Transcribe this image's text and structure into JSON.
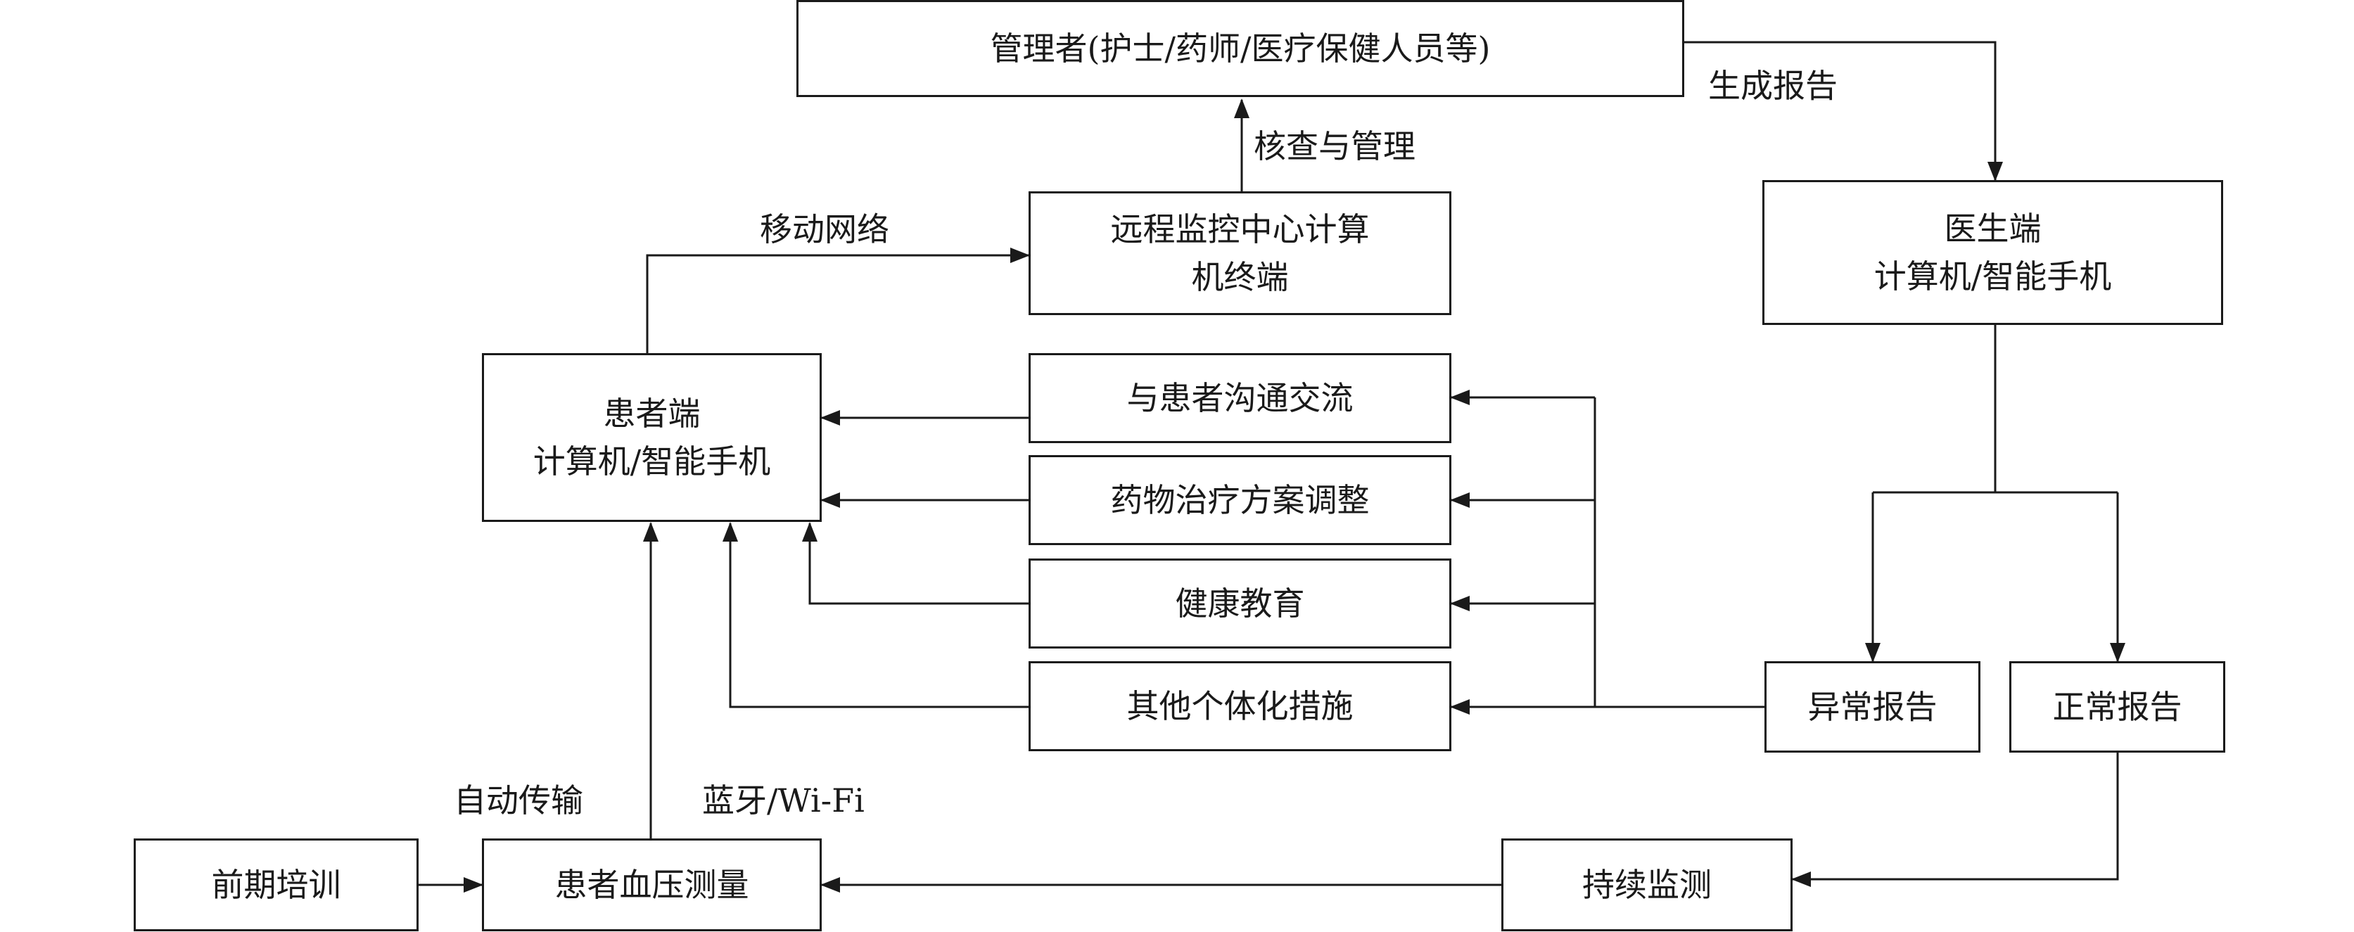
{
  "nodes": {
    "manager": "管理者(护士/药师/医疗保健人员等)",
    "remote_center": [
      "远程监控中心计算",
      "机终端"
    ],
    "doctor": [
      "医生端",
      "计算机/智能手机"
    ],
    "patient": [
      "患者端",
      "计算机/智能手机"
    ],
    "communicate": "与患者沟通交流",
    "medication": "药物治疗方案调整",
    "education": "健康教育",
    "other": "其他个体化措施",
    "abnormal": "异常报告",
    "normal": "正常报告",
    "training": "前期培训",
    "bp_measure": "患者血压测量",
    "monitoring": "持续监测"
  },
  "edge_labels": {
    "generate_report": "生成报告",
    "check_manage": "核查与管理",
    "mobile_network": "移动网络",
    "auto_transfer": "自动传输",
    "bluetooth_wifi": "蓝牙/Wi-Fi"
  }
}
